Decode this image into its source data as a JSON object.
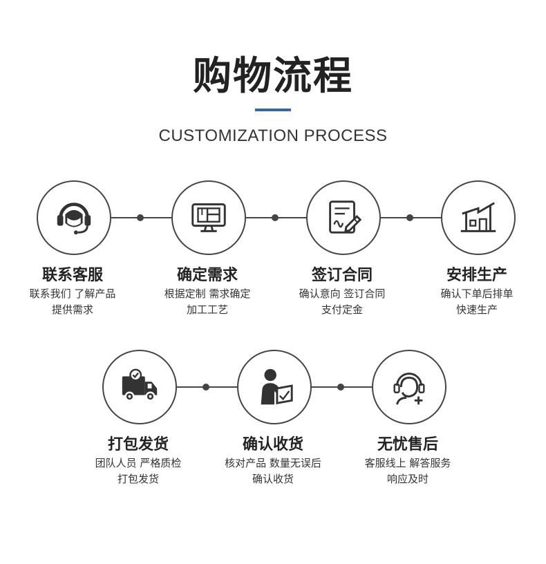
{
  "header": {
    "title": "购物流程",
    "subtitle": "CUSTOMIZATION PROCESS",
    "accent_color": "#3a62b5"
  },
  "steps": [
    {
      "title": "联系客服",
      "line1": "联系我们 了解产品",
      "line2": "提供需求",
      "icon": "customer-service-headset-icon"
    },
    {
      "title": "确定需求",
      "line1": "根据定制 需求确定",
      "line2": "加工工艺",
      "icon": "monitor-blueprint-icon"
    },
    {
      "title": "签订合同",
      "line1": "确认意向 签订合同",
      "line2": "支付定金",
      "icon": "contract-signing-icon"
    },
    {
      "title": "安排生产",
      "line1": "确认下单后排单",
      "line2": "快速生产",
      "icon": "factory-icon"
    },
    {
      "title": "打包发货",
      "line1": "团队人员 严格质检",
      "line2": "打包发货",
      "icon": "delivery-truck-icon"
    },
    {
      "title": "确认收货",
      "line1": "核对产品 数量无误后",
      "line2": "确认收货",
      "icon": "person-receiving-icon"
    },
    {
      "title": "无忧售后",
      "line1": "客服线上 解答服务",
      "line2": "响应及时",
      "icon": "after-sales-support-icon"
    }
  ]
}
